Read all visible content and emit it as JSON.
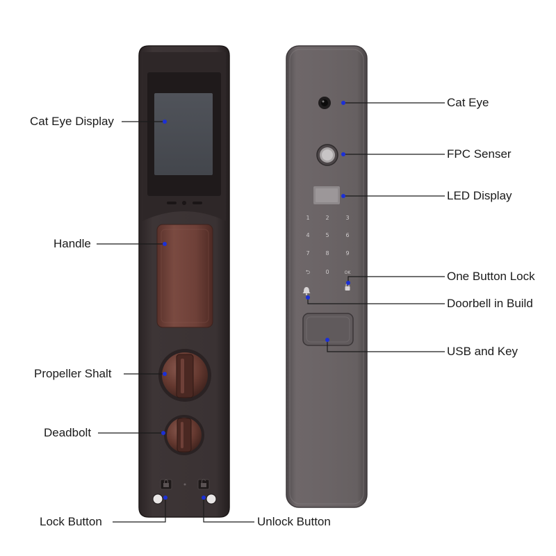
{
  "colors": {
    "line": "#1a1a1a",
    "dot": "#1b2fd6",
    "inner_panel": "#3b3435",
    "inner_frame": "#2a2425",
    "bronze": "#6b3e36",
    "outer_panel": "#6b6466",
    "outer_edge": "#8a8385",
    "screen": "#4b4e54"
  },
  "left_callouts": {
    "cat_eye_display": "Cat Eye Display",
    "handle": "Handle",
    "propeller_shalt": "Propeller Shalt",
    "deadbolt": "Deadbolt",
    "lock_button": "Lock Button",
    "unlock_button": "Unlock Button"
  },
  "right_callouts": {
    "cat_eye": "Cat Eye",
    "fpc_senser": "FPC Senser",
    "led_display": "LED Display",
    "one_button_lock": "One Button Lock",
    "doorbell_in_build": "Doorbell in Build",
    "usb_and_key": "USB and Key"
  },
  "keypad": {
    "rows": [
      [
        "1",
        "2",
        "3"
      ],
      [
        "4",
        "5",
        "6"
      ],
      [
        "7",
        "8",
        "9"
      ],
      [
        "⮌",
        "0",
        "OK"
      ]
    ]
  },
  "icons": {
    "doorbell": "bell-icon",
    "lock": "lock-icon",
    "lock_button": "lock-closed-icon",
    "unlock_button": "lock-open-icon"
  }
}
